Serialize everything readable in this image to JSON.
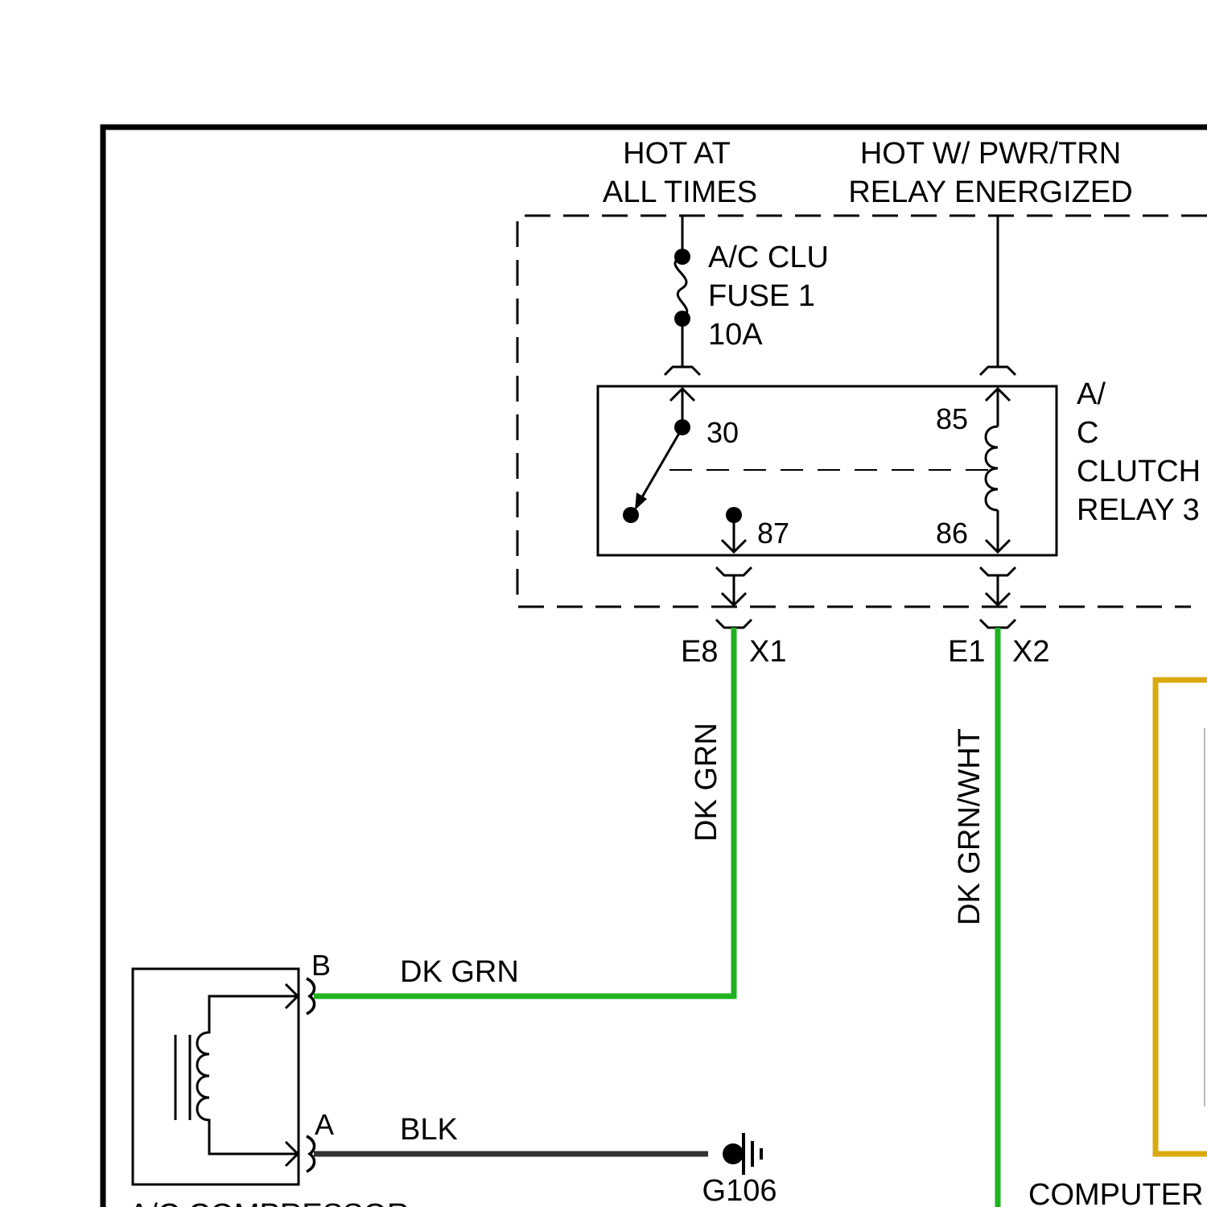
{
  "colors": {
    "border": "#000000",
    "wire_dk_grn": "#1fb31f",
    "wire_blk": "#333333",
    "module_outline": "#d9a90e"
  },
  "labels": {
    "hot_at_all_times_1": "HOT AT",
    "hot_at_all_times_2": "ALL TIMES",
    "hot_pwr_trn_1": "HOT W/ PWR/TRN",
    "hot_pwr_trn_2": "RELAY ENERGIZED",
    "fuse_1": "A/C CLU",
    "fuse_2": "FUSE 1",
    "fuse_3": "10A",
    "relay_1": "A/",
    "relay_2": "C",
    "relay_3": "CLUTCH",
    "relay_4": "RELAY 3",
    "pin_30": "30",
    "pin_85": "85",
    "pin_86": "86",
    "pin_87": "87",
    "conn_e8": "E8",
    "conn_x1": "X1",
    "conn_e1": "E1",
    "conn_x2": "X2",
    "wire_vertical_left": "DK GRN",
    "wire_vertical_right": "DK GRN/WHT",
    "wire_dk_grn": "DK GRN",
    "wire_blk": "BLK",
    "compressor_pin_b": "B",
    "compressor_pin_a": "A",
    "ground": "G106",
    "compressor": "A/C COMPRESSOR",
    "computer": "COMPUTER"
  }
}
